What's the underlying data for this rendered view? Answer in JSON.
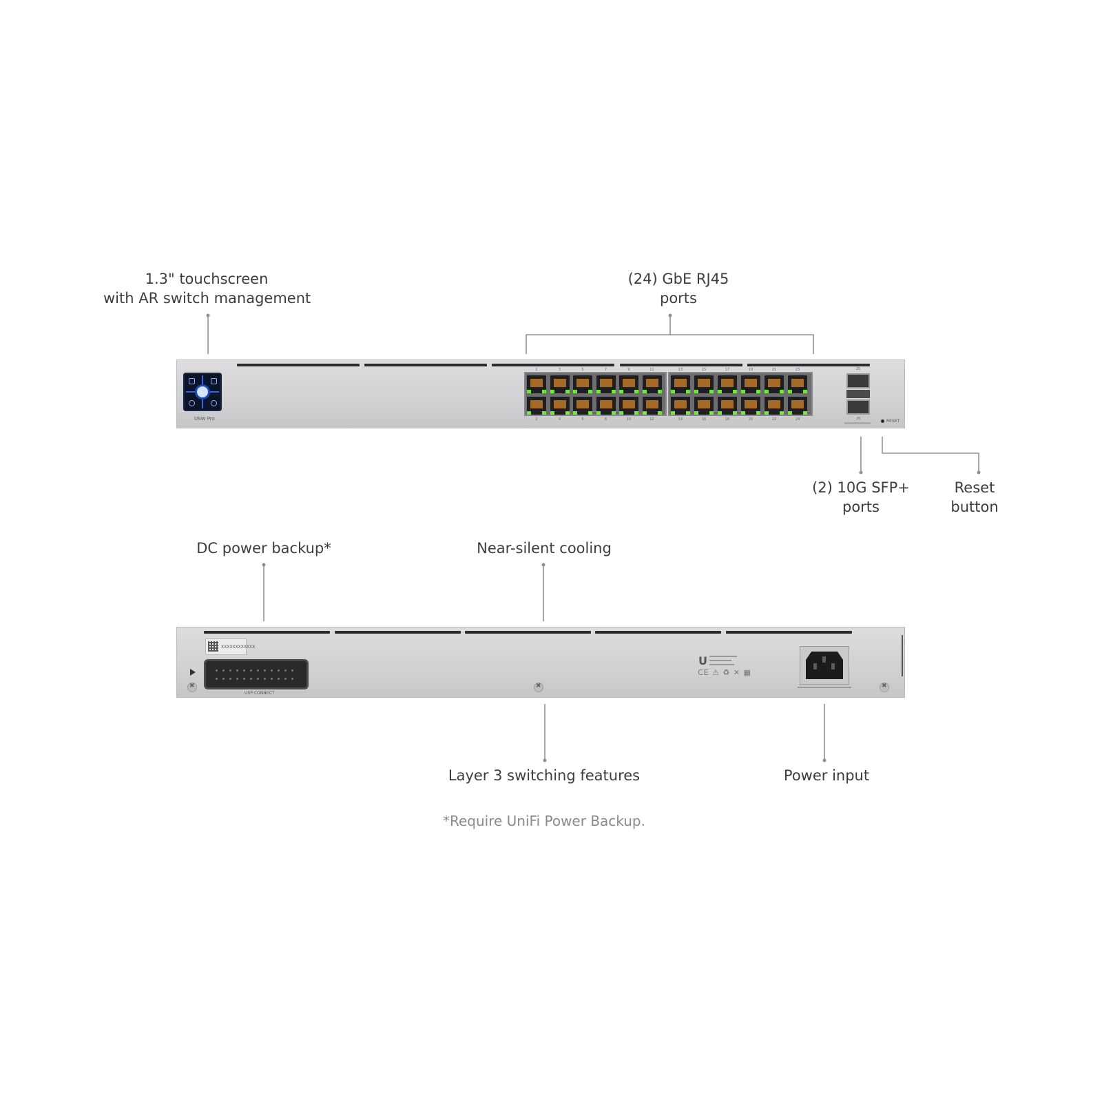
{
  "front": {
    "touchscreen_callout": [
      "1.3\" touchscreen",
      "with AR switch management"
    ],
    "rj45_callout": [
      "(24) GbE RJ45",
      "ports"
    ],
    "sfp_callout": [
      "(2) 10G SFP+",
      "ports"
    ],
    "reset_callout": [
      "Reset",
      "button"
    ],
    "model_label": "USW Pro",
    "reset_label": "RESET",
    "top_port_numbers": [
      "1",
      "3",
      "5",
      "7",
      "9",
      "11",
      "13",
      "15",
      "17",
      "19",
      "21",
      "23"
    ],
    "bottom_port_numbers": [
      "2",
      "4",
      "6",
      "8",
      "10",
      "12",
      "14",
      "16",
      "18",
      "20",
      "22",
      "24"
    ],
    "sfp_numbers": [
      "25",
      "26"
    ]
  },
  "rear": {
    "dc_callout": "DC power backup*",
    "cooling_callout": "Near-silent cooling",
    "layer3_callout": "Layer 3 switching features",
    "power_callout": "Power input",
    "dc_port_label": "USP CONNECT",
    "serial_label": "XXXXXXXXXXXX"
  },
  "footnote": "*Require UniFi Power Backup.",
  "colors": {
    "led_green": "#6fe83a",
    "screen_blue": "#2f67e0",
    "chassis": "#d2d2d5"
  }
}
